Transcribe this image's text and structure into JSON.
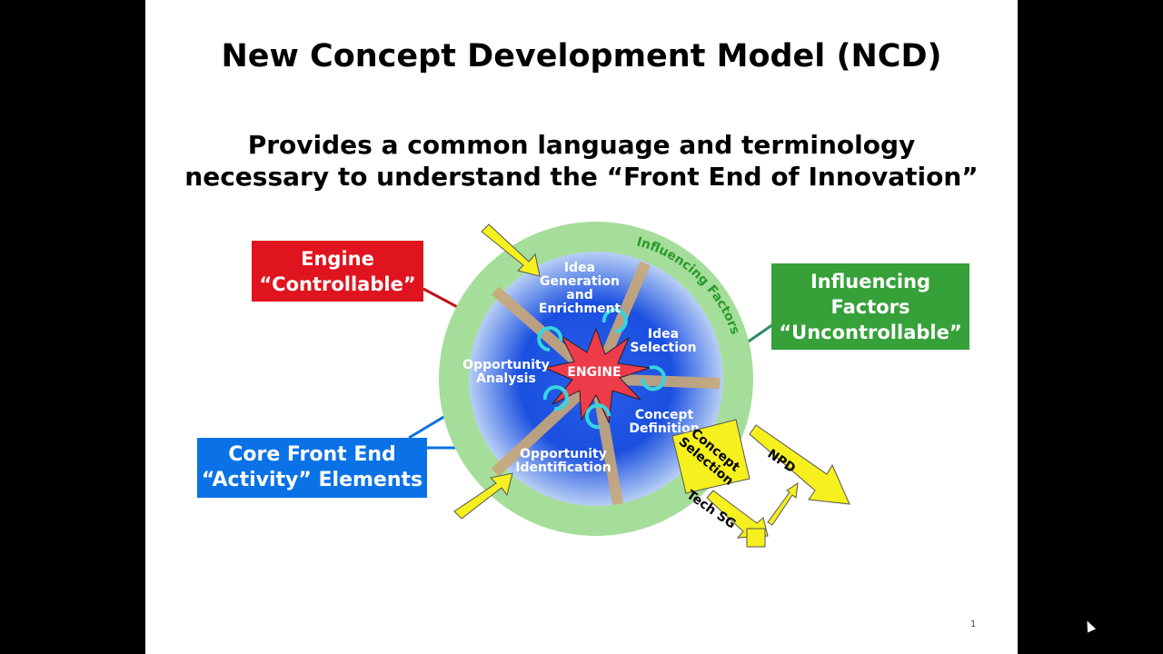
{
  "slide": {
    "title": "New Concept Development Model (NCD)",
    "subtitle_line1": "Provides a common language and terminology",
    "subtitle_line2": "necessary to understand the “Front End of Innovation”",
    "page_number": "1"
  },
  "boxes": {
    "engine": {
      "line1": "Engine",
      "line2": "“Controllable”",
      "color": "#e0141e"
    },
    "core": {
      "line1": "Core Front End",
      "line2": "“Activity” Elements",
      "color": "#0a72e6"
    },
    "influencing": {
      "line1": "Influencing",
      "line2": "Factors",
      "line3": "“Uncontrollable”",
      "color": "#36a039"
    }
  },
  "diagram": {
    "ring_label": "Influencing Factors",
    "center": "ENGINE",
    "sectors": {
      "idea_gen": [
        "Idea",
        "Generation",
        "and",
        "Enrichment"
      ],
      "idea_sel": [
        "Idea",
        "Selection"
      ],
      "concept_def": [
        "Concept",
        "Definition"
      ],
      "opp_id": [
        "Opportunity",
        "Identification"
      ],
      "opp_an": [
        "Opportunity",
        "Analysis"
      ]
    },
    "concept_selection": [
      "Concept",
      "Selection"
    ],
    "npd": "NPD",
    "tech_sg": "Tech SG"
  }
}
